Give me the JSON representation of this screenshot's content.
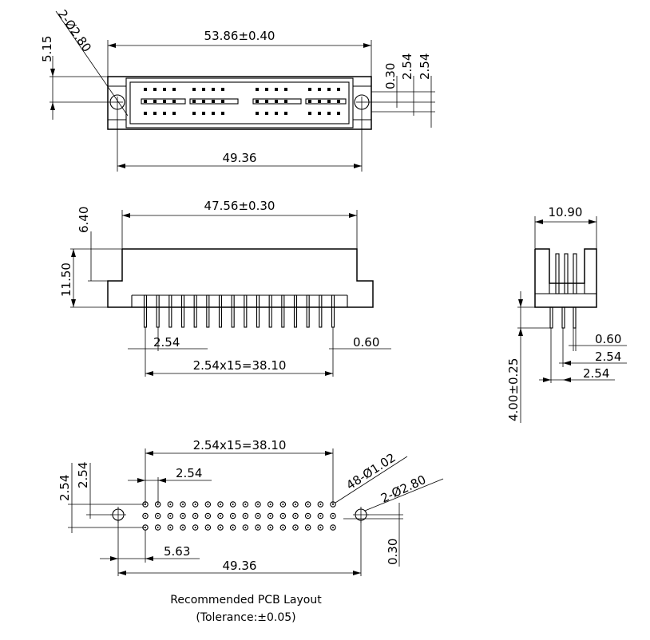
{
  "top_view": {
    "overall_width": "53.86±0.40",
    "mount_hole_spacing": "49.36",
    "mount_hole_note": "2-Ø2.80",
    "side_offset_left": "5.15",
    "row_pitch_a": "2.54",
    "row_pitch_b": "2.54",
    "row_offset": "0.30"
  },
  "front_view": {
    "body_width": "47.56±0.30",
    "upper_height": "6.40",
    "total_height": "11.50",
    "pin_pitch": "2.54",
    "pin_span": "2.54x15=38.10",
    "pin_width": "0.60"
  },
  "side_view": {
    "depth": "10.90",
    "pin_length": "4.00±0.25",
    "pin_width": "0.60",
    "row_pitch_a": "2.54",
    "row_pitch_b": "2.54"
  },
  "pcb_layout": {
    "pin_span": "2.54x15=38.10",
    "pin_pitch": "2.54",
    "hole_note": "48-Ø1.02",
    "mount_hole_note": "2-Ø2.80",
    "row_pitch_left_a": "2.54",
    "row_pitch_left_b": "2.54",
    "first_pin_offset": "5.63",
    "mount_spacing": "49.36",
    "row_offset": "0.30",
    "caption_line1": "Recommended PCB Layout",
    "caption_line2": "(Tolerance:±0.05)"
  }
}
